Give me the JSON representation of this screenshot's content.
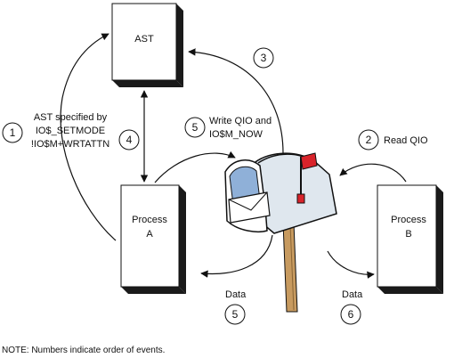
{
  "boxes": {
    "ast": "AST",
    "process_a": [
      "Process",
      "A"
    ],
    "process_b": [
      "Process",
      "B"
    ]
  },
  "labels": {
    "ast_specified": [
      "AST specified by",
      "IO$_SETMODE",
      "!IO$M+WRTATTN"
    ],
    "write_qio": [
      "Write QIO and",
      "IO$M_NOW"
    ],
    "read_qio": "Read QIO",
    "data_left": "Data",
    "data_right": "Data"
  },
  "steps": {
    "one": "1",
    "two": "2",
    "three": "3",
    "four": "4",
    "five_top": "5",
    "five_bottom": "5",
    "six": "6"
  },
  "note": "NOTE:  Numbers indicate order of events.",
  "colors": {
    "box_shadow": "#1a1a1a",
    "mailbox_body": "#dfe7ee",
    "mailbox_opening": "#8fb0d8",
    "flag": "#d8232a",
    "post": "#c79a5f"
  }
}
